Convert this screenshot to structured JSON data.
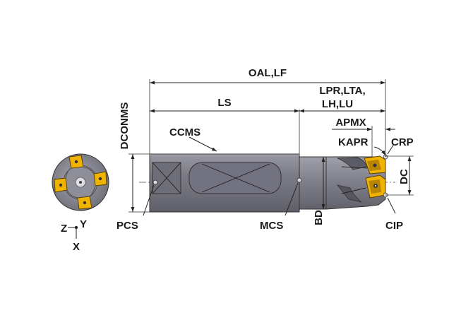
{
  "labels": {
    "oal_lf": "OAL,LF",
    "lpr_lta": "LPR,LTA,",
    "lh_lu": "LH,LU",
    "ls": "LS",
    "apmx": "APMX",
    "kapr": "KAPR",
    "crp": "CRP",
    "dc": "DC",
    "dconms": "DCONMS",
    "ccms": "CCMS",
    "pcs": "PCS",
    "mcs": "MCS",
    "bd": "BD",
    "cip": "CIP"
  },
  "axes": {
    "z": "Z",
    "y": "Y",
    "x": "X"
  },
  "colors": {
    "body": "#8a8a94",
    "insert": "#f0b400",
    "line": "#222222"
  }
}
